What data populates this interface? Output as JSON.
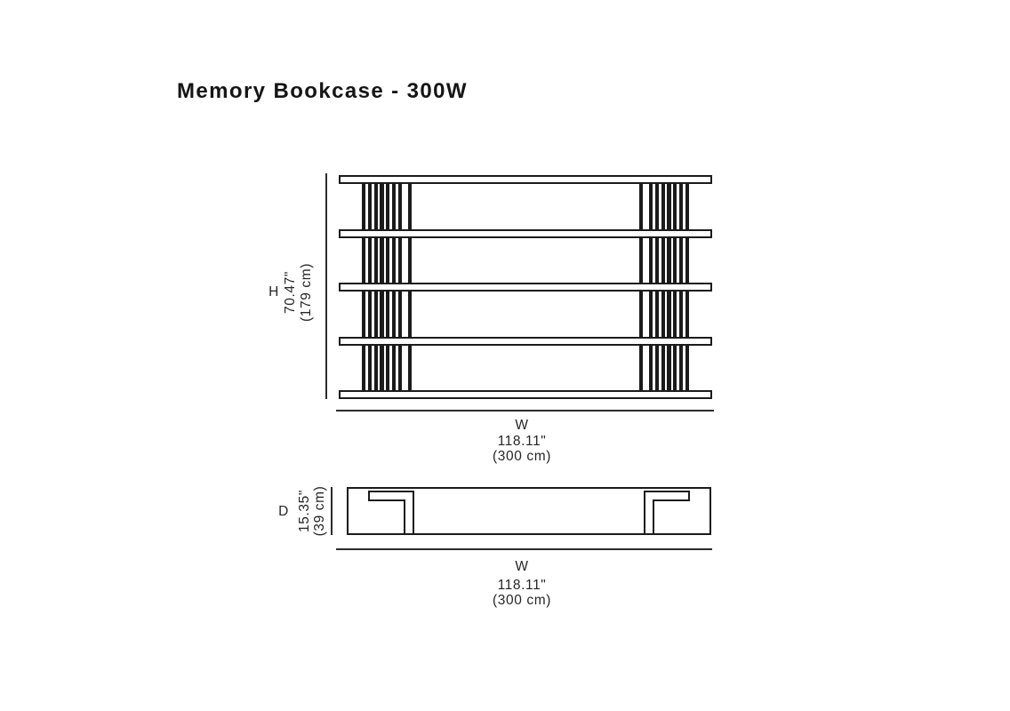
{
  "page": {
    "title": "Memory Bookcase - 300W"
  },
  "front_view": {
    "view_name": "front-elevation",
    "shelf_count": 5,
    "slat_bars_per_column": 7,
    "dim_height": {
      "axis": "H",
      "inches": "70.47\"",
      "cm": "(179 cm)"
    },
    "dim_width": {
      "axis": "W",
      "inches": "118.11\"",
      "cm": "(300 cm)"
    }
  },
  "top_view": {
    "view_name": "plan-view",
    "bracket_count": 2,
    "dim_depth": {
      "axis": "D",
      "inches": "15.35\"",
      "cm": "(39 cm)"
    },
    "dim_width": {
      "axis": "W",
      "inches": "118.11\"",
      "cm": "(300 cm)"
    }
  },
  "colors": {
    "line": "#1b1b1b",
    "dimension_line": "#2b2b2b",
    "text": "#262626",
    "background": "#ffffff"
  }
}
